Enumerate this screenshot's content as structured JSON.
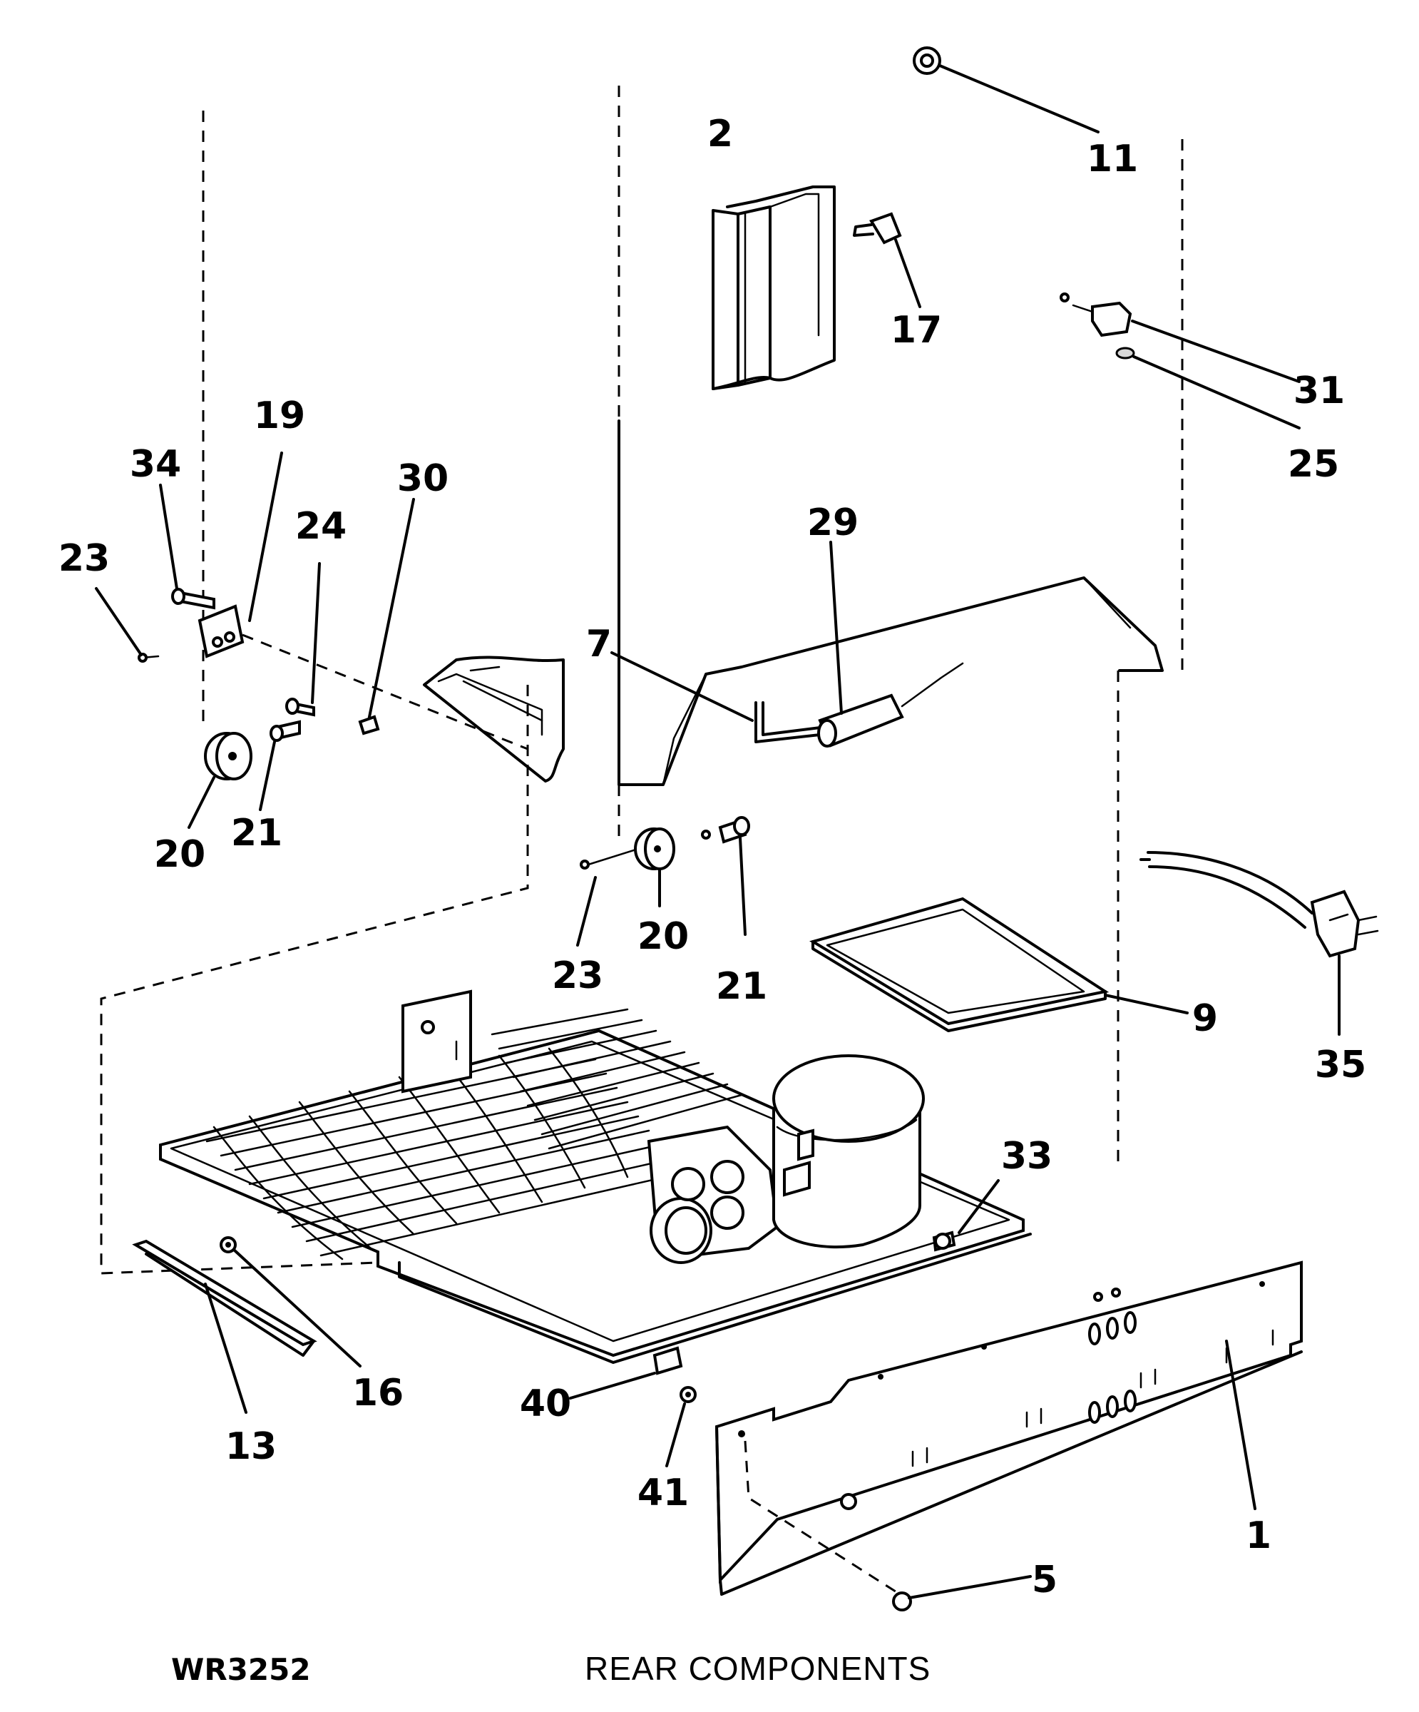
{
  "diagram": {
    "title": "REAR COMPONENTS",
    "code": "WR3252",
    "callouts": {
      "c2": "2",
      "c11": "11",
      "c17": "17",
      "c31": "31",
      "c25": "25",
      "c19": "19",
      "c34": "34",
      "c30": "30",
      "c24": "24",
      "c23a": "23",
      "c29": "29",
      "c7": "7",
      "c20a": "20",
      "c21a": "21",
      "c23b": "23",
      "c20b": "20",
      "c21b": "21",
      "c9": "9",
      "c35": "35",
      "c33": "33",
      "c16": "16",
      "c13": "13",
      "c40": "40",
      "c41": "41",
      "c1": "1",
      "c5": "5"
    }
  }
}
